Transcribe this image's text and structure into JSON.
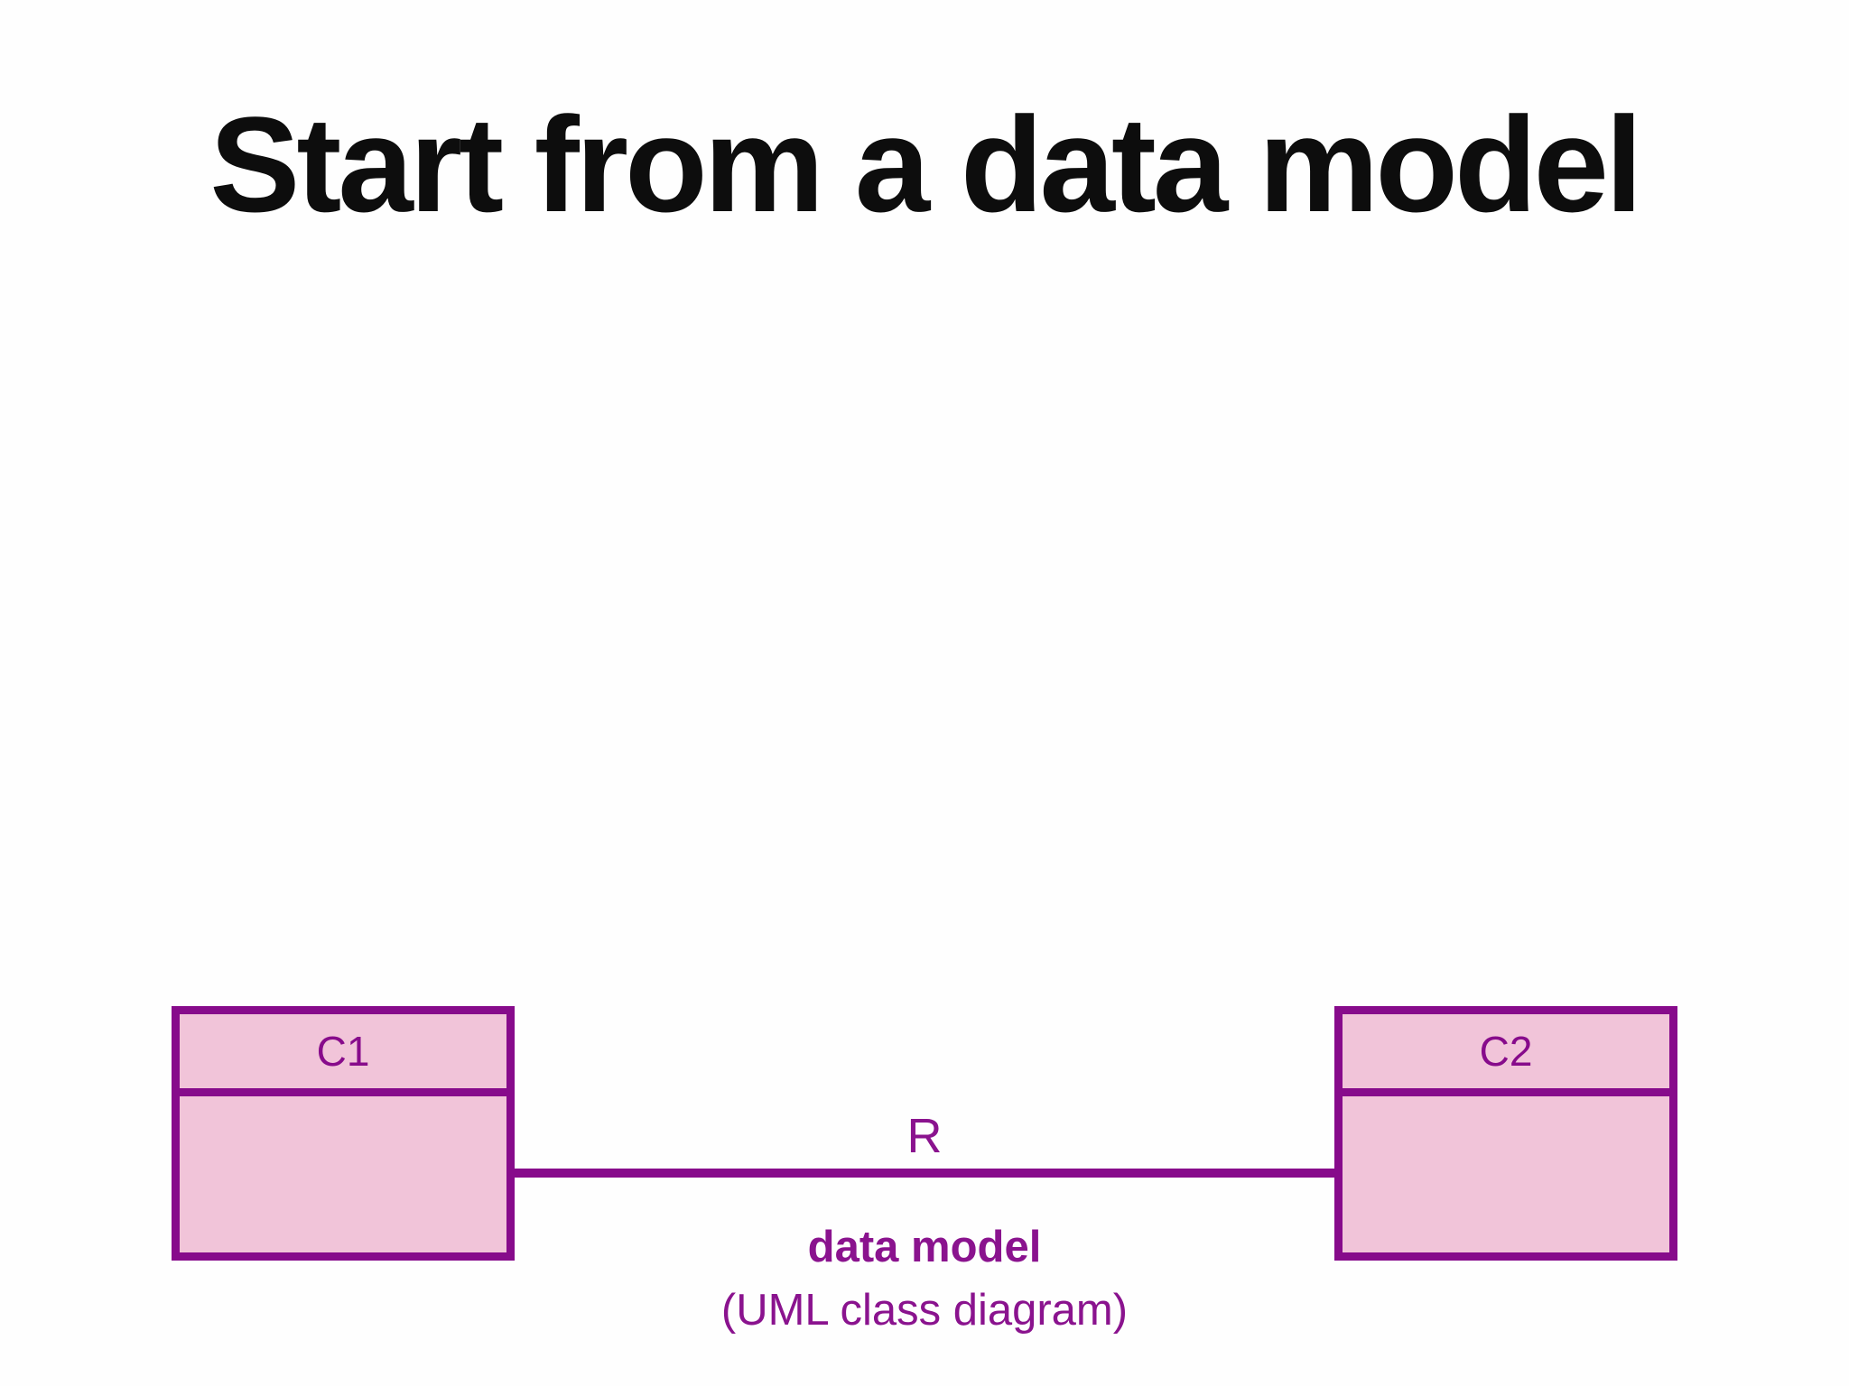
{
  "slide": {
    "title": "Start from a data model"
  },
  "diagram": {
    "class1": {
      "name": "C1"
    },
    "class2": {
      "name": "C2"
    },
    "association": {
      "label": "R"
    },
    "caption": {
      "line1": "data model",
      "line2": "(UML class diagram)"
    },
    "colors": {
      "border_purple": "#870b8b",
      "text_purple": "#8a138e",
      "class_fill_pink": "#f1c4d9",
      "title_black": "#0d0d0d",
      "background": "#fefefe"
    }
  }
}
